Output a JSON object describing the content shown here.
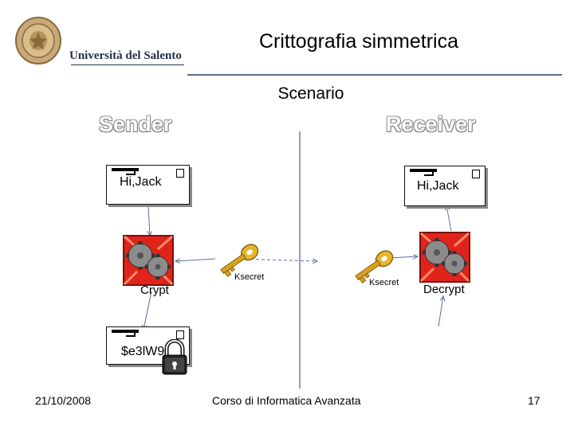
{
  "header": {
    "title": "Crittografia simmetrica",
    "logo_text": "Università del Salento"
  },
  "diagram": {
    "subtitle": "Scenario",
    "sender_heading": "Sender",
    "receiver_heading": "Receiver",
    "plaintext_sender": "Hi,Jack",
    "plaintext_receiver": "Hi,Jack",
    "crypt_label": "Crypt",
    "decrypt_label": "Decrypt",
    "key_label_left": "Ksecret",
    "key_label_right": "Ksecret",
    "ciphertext": "$e3lW9",
    "colors": {
      "gearbox_red": "#e0241b",
      "gear_grey": "#8c8c8c",
      "key_gold": "#d9a21e",
      "arrow_blue": "#5c6b9c",
      "divider_blue": "#6f7fa8"
    },
    "icons": [
      "seal-icon",
      "gearbox-icon",
      "key-icon",
      "padlock-icon"
    ]
  },
  "footer": {
    "date": "21/10/2008",
    "course": "Corso di Informatica Avanzata",
    "page": "17"
  }
}
